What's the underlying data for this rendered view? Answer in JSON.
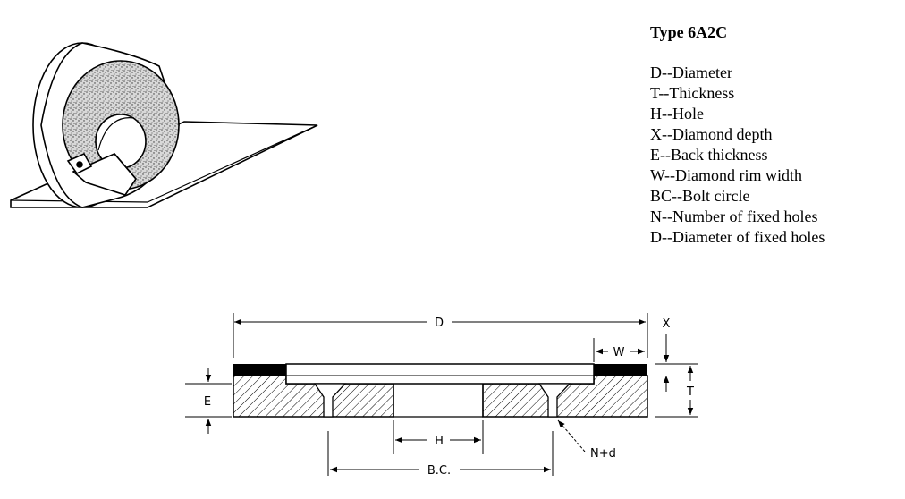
{
  "legend": {
    "title": "Type 6A2C",
    "items": [
      "D--Diameter",
      "T--Thickness",
      "H--Hole",
      "X--Diamond depth",
      "E--Back thickness",
      "W--Diamond rim width",
      "BC--Bolt circle",
      "N--Number of fixed holes",
      "D--Diameter of fixed holes"
    ]
  },
  "drawing_labels": {
    "d": "D",
    "x": "X",
    "w": "W",
    "t": "T",
    "e": "E",
    "h": "H",
    "bc": "B.C.",
    "nd": "N+d"
  }
}
